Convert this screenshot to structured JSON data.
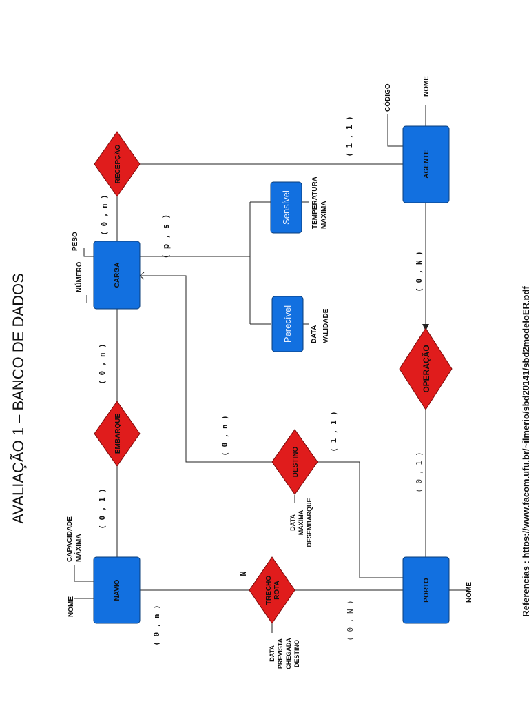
{
  "title": "AVALIAÇÃO 1 – BANCO DE DADOS",
  "reference": "Referencias : https://www.facom.ufu.br/~ilmerio/sbd20141/sbd2modeloER.pdf",
  "colors": {
    "entity": "#1270e0",
    "relationship": "#e01c1c",
    "line": "#222222"
  },
  "entities": {
    "navio": "NAVIO",
    "carga": "CARGA",
    "porto": "PORTO",
    "agente": "AGENTE",
    "sensivel": "Sensível",
    "perecivel": "Perecível"
  },
  "relationships": {
    "embarque": "EMBARQUE",
    "recepcao": "RECEPÇÃO",
    "destino": "DESTINO",
    "operacao": "OPERAÇÃO",
    "trecho_rota": [
      "TRECHO",
      "ROTA"
    ]
  },
  "attributes": {
    "navio_nome": "NOME",
    "navio_capacidade": [
      "CAPACIDADE",
      "MÁXIMA"
    ],
    "carga_peso": "PESO",
    "carga_numero": "NÚMERO",
    "sensivel_temp": [
      "TEMPERATURA",
      "MÁXIMA"
    ],
    "perecivel_data": [
      "DATA",
      "VALIDADE"
    ],
    "agente_codigo": "CÓDIGO",
    "agente_nome": "NOME",
    "porto_nome": "NOME",
    "destino_data": [
      "DATA",
      "MÁXIMA",
      "DESEMBARQUE"
    ],
    "rota_data": [
      "DATA",
      "PREVISTA",
      "CHEGADA",
      "DESTINO"
    ]
  },
  "cardinalities": {
    "recepcao_carga": "( 0 , n )",
    "recepcao_agente": "( 1 , 1 )",
    "carga_especializacao": "( p , s )",
    "embarque_carga": "( 0 , n )",
    "embarque_navio": "( 0 , 1 )",
    "destino_carga": "( 0 , n )",
    "destino_porto": "( 1 , 1 )",
    "operacao_agente": "( 0 , N )",
    "operacao_porto": "( 0 , 1 )",
    "rota_navio": "( 0 , n )",
    "rota_porto": "( 0 , N )",
    "rota_n": "N"
  }
}
